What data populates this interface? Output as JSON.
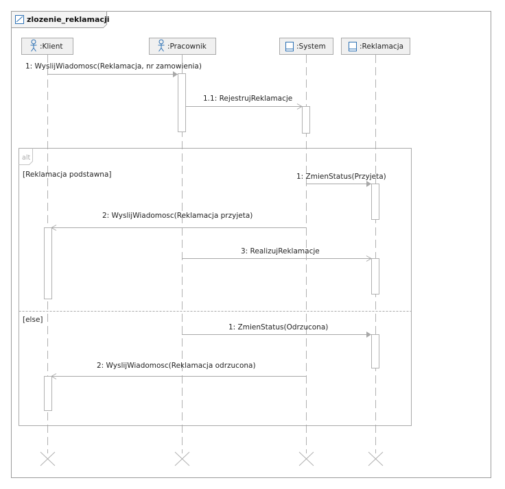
{
  "diagram": {
    "title": "zlozenie_reklamacji",
    "lifelines": [
      {
        "id": "klient",
        "label": ":Klient",
        "kind": "actor"
      },
      {
        "id": "pracownik",
        "label": ":Pracownik",
        "kind": "actor"
      },
      {
        "id": "system",
        "label": ":System",
        "kind": "object"
      },
      {
        "id": "reklamacja",
        "label": ":Reklamacja",
        "kind": "object"
      }
    ],
    "messages": [
      {
        "id": "m1",
        "label": "1: WyslijWiadomosc(Reklamacja, nr zamowienia)",
        "from": "klient",
        "to": "pracownik"
      },
      {
        "id": "m2",
        "label": "1.1: RejestrujReklamacje",
        "from": "pracownik",
        "to": "system"
      },
      {
        "id": "m3",
        "label": "1: ZmienStatus(Przyjeta)",
        "from": "system",
        "to": "reklamacja"
      },
      {
        "id": "m4",
        "label": "2: WyslijWiadomosc(Reklamacja przyjeta)",
        "from": "system",
        "to": "klient"
      },
      {
        "id": "m5",
        "label": "3: RealizujReklamacje",
        "from": "pracownik",
        "to": "reklamacja"
      },
      {
        "id": "m6",
        "label": "1: ZmienStatus(Odrzucona)",
        "from": "pracownik",
        "to": "reklamacja"
      },
      {
        "id": "m7",
        "label": "2: WyslijWiadomosc(Reklamacja odrzucona)",
        "from": "system",
        "to": "klient"
      }
    ],
    "fragment": {
      "operator": "alt",
      "guards": [
        "[Reklamacja podstawna]",
        "[else]"
      ]
    }
  },
  "colors": {
    "frame": "#9a9a9a",
    "head_fill": "#f0f0f0",
    "lifeline": "#b0b0b0",
    "activation": "#b0b0b0",
    "message": "#a8a8a8",
    "text": "#222222",
    "actor_icon": "#2a6fb3"
  },
  "icons": {
    "title": "diagram-icon",
    "actor": "actor-icon",
    "object": "object-icon"
  }
}
